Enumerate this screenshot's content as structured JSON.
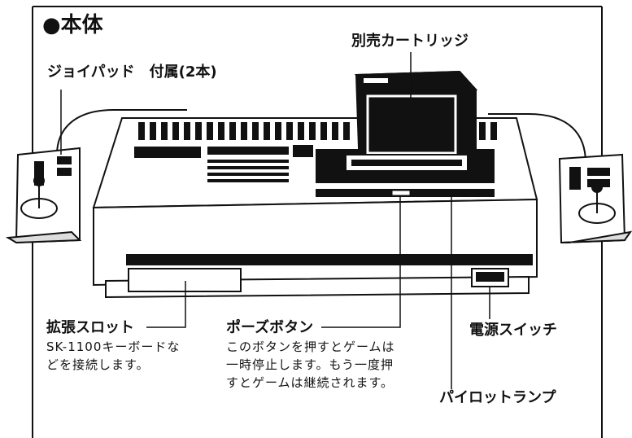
{
  "section_title": "●本体",
  "labels": {
    "joypad": "ジョイパッド　付属(2本)",
    "cartridge": "別売カートリッジ",
    "expansion_slot": "拡張スロット",
    "pause_button": "ポーズボタン",
    "power_switch": "電源スイッチ",
    "pilot_lamp": "パイロットランプ"
  },
  "descriptions": {
    "expansion_slot": "SK-1100キーボードなどを接続します。",
    "pause_button": "このボタンを押すとゲームは一時停止します。もう一度押すとゲームは継続されます。"
  },
  "colors": {
    "ink": "#111111",
    "paper": "#ffffff"
  }
}
